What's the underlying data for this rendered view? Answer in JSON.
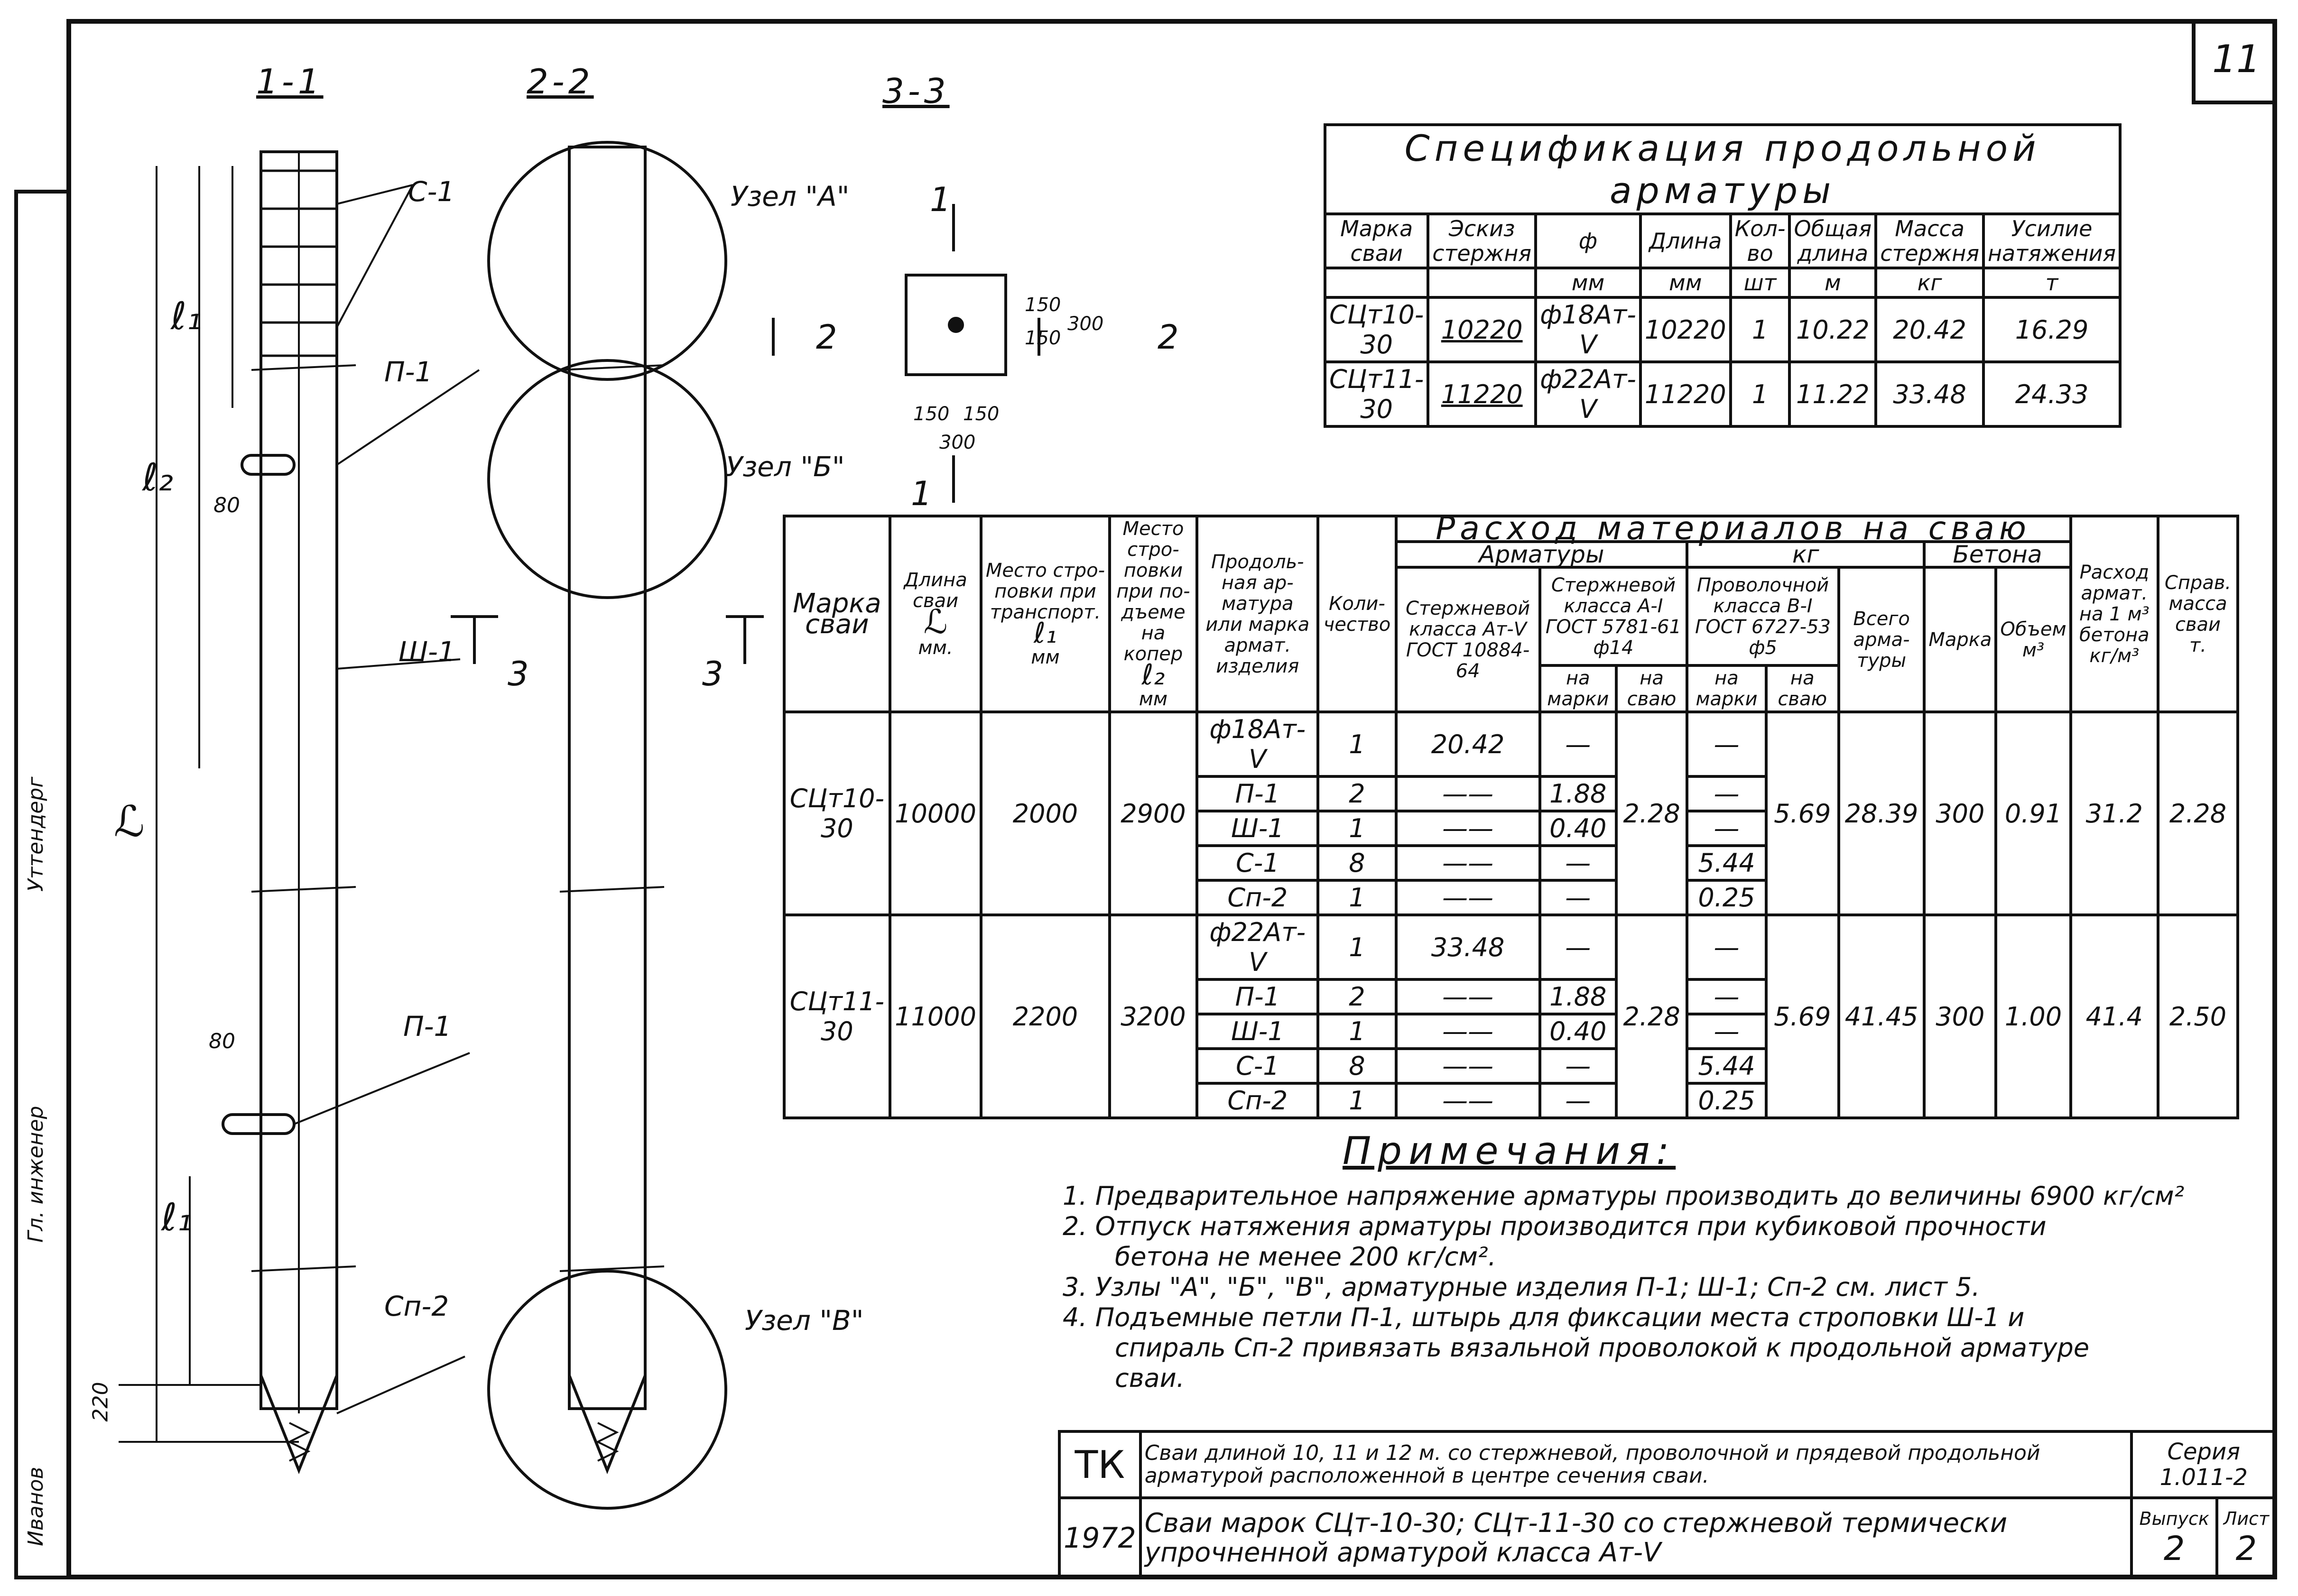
{
  "sheet_number": "11",
  "side_labels": [
    "Гл. инженер",
    "Уттендерг",
    "Иванов"
  ],
  "sections": {
    "s1": "1-1",
    "s2": "2-2",
    "s3": "3-3"
  },
  "drawing_labels": {
    "c1": "С-1",
    "p1_top": "П-1",
    "sh1": "Ш-1",
    "p1_bottom": "П-1",
    "sp2": "Сп-2",
    "dim_80_top": "80",
    "dim_80_bottom": "80",
    "dim_220": "220",
    "l1": "ℓ₁",
    "l2": "ℓ₂",
    "L": "ℒ",
    "e1": "ℓ₁",
    "node_a": "Узел \"А\"",
    "node_b": "Узел \"Б\"",
    "node_v": "Узел \"В\"",
    "cut2": "2",
    "cut3": "3",
    "cut1": "1",
    "d150a": "150",
    "d150b": "150",
    "d300v": "300",
    "d150c": "150",
    "d150d": "150",
    "d300h": "300"
  },
  "spec": {
    "title": "Спецификация продольной арматуры",
    "headers": [
      "Марка сваи",
      "Эскиз стержня",
      "ф",
      "Длина",
      "Кол-во",
      "Общая длина",
      "Масса стержня",
      "Усилие натяжения"
    ],
    "units": [
      "",
      "",
      "мм",
      "мм",
      "шт",
      "м",
      "кг",
      "т"
    ],
    "rows": [
      [
        "СЦт10-30",
        "10220",
        "ф18Ат-Ⅴ",
        "10220",
        "1",
        "10.22",
        "20.42",
        "16.29"
      ],
      [
        "СЦт11-30",
        "11220",
        "ф22Ат-Ⅴ",
        "11220",
        "1",
        "11.22",
        "33.48",
        "24.33"
      ]
    ]
  },
  "consumption": {
    "title": "Расход материалов на сваю",
    "group_arm": "Арматуры",
    "group_kg": "кг",
    "group_concrete": "Бетона",
    "col_mark": "Марка сваи",
    "col_length": "Длина сваи",
    "col_length_sym": "ℒ",
    "col_length_unit": "мм.",
    "col_place1": "Место стро-повки при транспорт.",
    "col_place1_sym": "ℓ₁",
    "col_place1_unit": "мм",
    "col_place2": "Место стро-повки при по-дъеме на копер",
    "col_place2_sym": "ℓ₂",
    "col_place2_unit": "мм",
    "col_prod": "Продоль-ная ар-матура или марка армат. изделия",
    "col_qty": "Коли-чество",
    "col_rod5": "Стержневой класса Ат-Ⅴ ГОСТ 10884-64",
    "col_rodA1": "Стержневой класса А-Ⅰ ГОСТ 5781-61 ф14",
    "col_wire": "Проволочной класса В-Ⅰ ГОСТ 6727-53 ф5",
    "per_mark": "на марки",
    "per_pile": "на сваю",
    "col_total": "Всего арма-туры",
    "col_conc_mark": "Марка",
    "col_conc_vol": "Объем",
    "col_conc_vol_unit": "м³",
    "col_rate": "Расход армат. на 1 м³ бетона",
    "col_rate_unit": "кг/м³",
    "col_mass": "Справ. масса сваи",
    "col_mass_unit": "т.",
    "piles": [
      {
        "mark": "СЦт10-30",
        "length": "10000",
        "l1": "2000",
        "l2": "2900",
        "items": [
          {
            "name": "ф18Ат-Ⅴ",
            "qty": "1",
            "rod5": "20.42",
            "a1": "—",
            "wire": "—"
          },
          {
            "name": "П-1",
            "qty": "2",
            "rod5": "——",
            "a1": "1.88",
            "wire": "—"
          },
          {
            "name": "Ш-1",
            "qty": "1",
            "rod5": "——",
            "a1": "0.40",
            "wire": "—"
          },
          {
            "name": "С-1",
            "qty": "8",
            "rod5": "——",
            "a1": "—",
            "wire": "5.44"
          },
          {
            "name": "Сп-2",
            "qty": "1",
            "rod5": "——",
            "a1": "—",
            "wire": "0.25"
          }
        ],
        "a1_pile": "2.28",
        "wire_pile": "5.69",
        "total": "28.39",
        "conc_mark": "300",
        "volume": "0.91",
        "rate": "31.2",
        "mass": "2.28"
      },
      {
        "mark": "СЦт11-30",
        "length": "11000",
        "l1": "2200",
        "l2": "3200",
        "items": [
          {
            "name": "ф22Ат-Ⅴ",
            "qty": "1",
            "rod5": "33.48",
            "a1": "—",
            "wire": "—"
          },
          {
            "name": "П-1",
            "qty": "2",
            "rod5": "——",
            "a1": "1.88",
            "wire": "—"
          },
          {
            "name": "Ш-1",
            "qty": "1",
            "rod5": "——",
            "a1": "0.40",
            "wire": "—"
          },
          {
            "name": "С-1",
            "qty": "8",
            "rod5": "——",
            "a1": "—",
            "wire": "5.44"
          },
          {
            "name": "Сп-2",
            "qty": "1",
            "rod5": "——",
            "a1": "—",
            "wire": "0.25"
          }
        ],
        "a1_pile": "2.28",
        "wire_pile": "5.69",
        "total": "41.45",
        "conc_mark": "300",
        "volume": "1.00",
        "rate": "41.4",
        "mass": "2.50"
      }
    ]
  },
  "notes": {
    "title": "Примечания:",
    "items": [
      "1. Предварительное напряжение арматуры производить до величины 6900 кг/см²",
      "2. Отпуск натяжения арматуры производится при кубиковой прочности",
      "бетона не менее 200 кг/см².",
      "3. Узлы \"А\", \"Б\", \"В\", арматурные изделия П-1; Ш-1; Сп-2 см. лист 5.",
      "4. Подъемные петли П-1, штырь для фиксации места строповки Ш-1 и",
      "спираль Сп-2 привязать вязальной проволокой к продольной арматуре",
      "сваи."
    ]
  },
  "title_block": {
    "tk": "ТК",
    "year": "1972",
    "desc1": "Сваи длиной 10, 11 и 12 м. со стержневой, проволочной и прядевой продольной арматурой расположенной в центре сечения сваи.",
    "desc2": "Сваи марок СЦт-10-30; СЦт-11-30 со стержневой термически упрочненной арматурой класса Ат-Ⅴ",
    "series_label": "Серия",
    "series": "1.011-2",
    "issue_label": "Выпуск",
    "issue": "2",
    "sheet_label": "Лист",
    "sheet": "2"
  }
}
